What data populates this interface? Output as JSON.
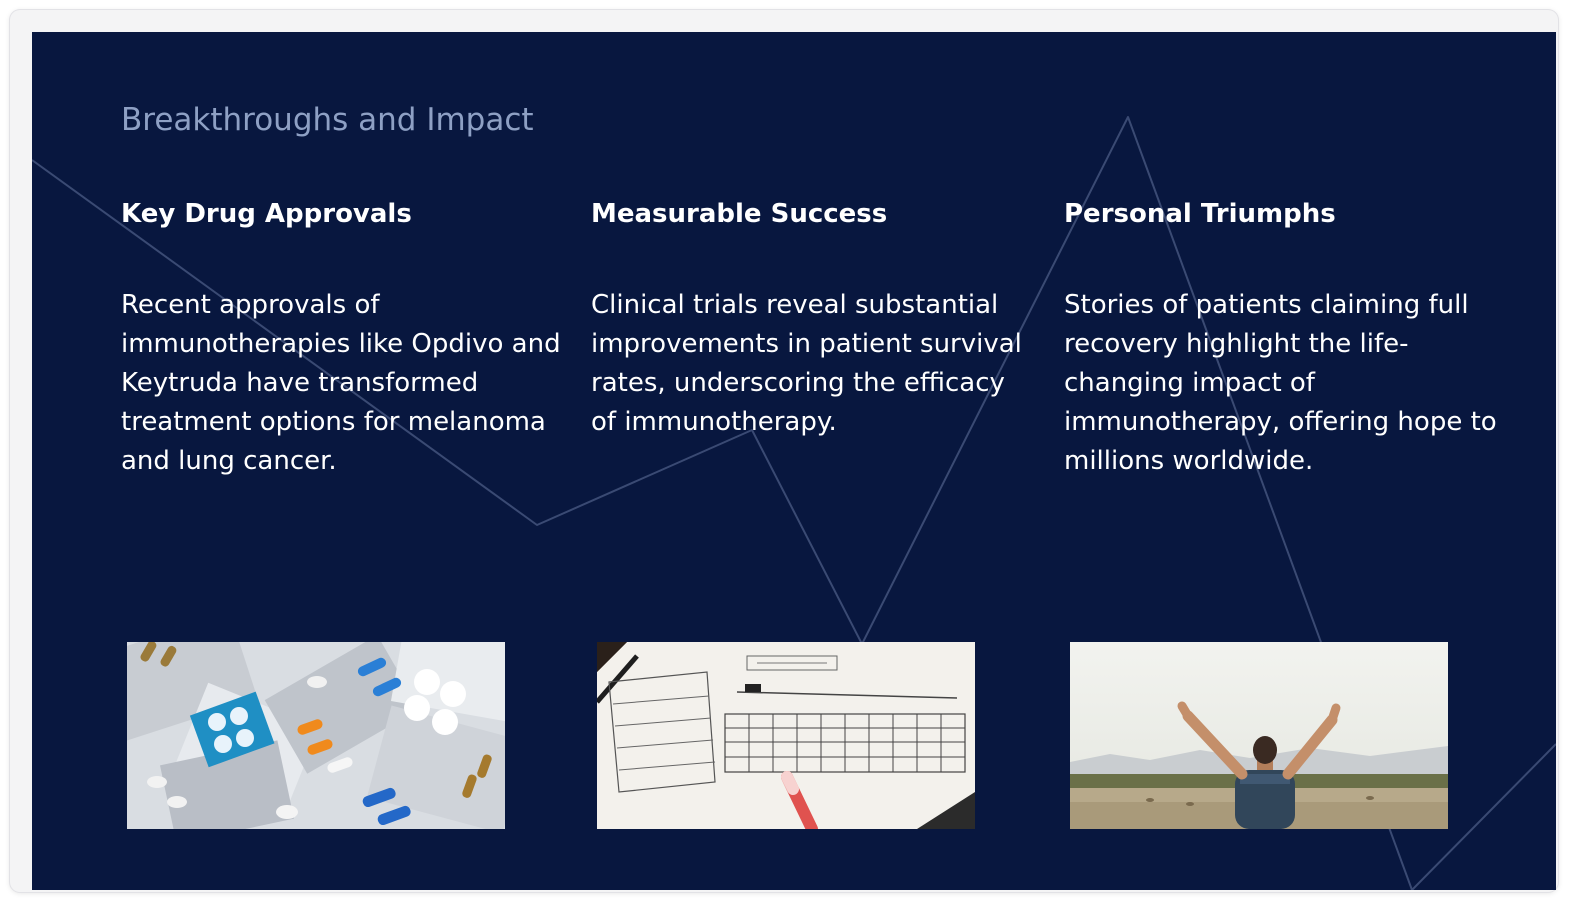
{
  "section": {
    "title": "Breakthroughs and Impact"
  },
  "columns": [
    {
      "heading": "Key Drug Approvals",
      "body": "Recent approvals of immunotherapies like Opdivo and Keytruda have transformed treatment options for melanoma and lung cancer.",
      "image_icon": "pill-blister-packs-photo"
    },
    {
      "heading": "Measurable Success",
      "body": "Clinical trials reveal substantial improvements in patient survival rates, underscoring the efficacy of immunotherapy.",
      "image_icon": "goal-review-notebook-photo"
    },
    {
      "heading": "Personal Triumphs",
      "body": "Stories of patients claiming full recovery highlight the life-changing impact of immunotherapy, offering hope to millions worldwide.",
      "image_icon": "man-raising-arms-photo"
    }
  ],
  "colors": {
    "slide_background": "#08173f",
    "title": "#8ea0c4",
    "text": "#ffffff",
    "decor_lines": "#3a4a73"
  }
}
